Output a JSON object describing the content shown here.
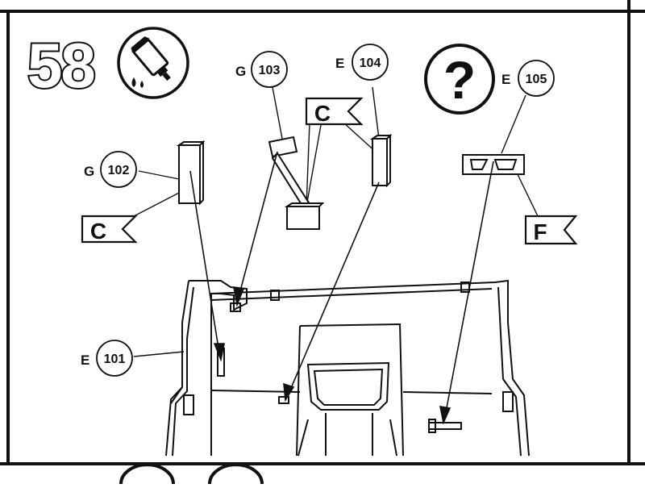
{
  "step": {
    "number": "58"
  },
  "icons": {
    "glue": "glue-tube-icon",
    "optional": "question-mark-icon",
    "optional_symbol": "?"
  },
  "parts": [
    {
      "prefix": "G",
      "number": "102"
    },
    {
      "prefix": "G",
      "number": "103"
    },
    {
      "prefix": "E",
      "number": "104"
    },
    {
      "prefix": "E",
      "number": "105"
    },
    {
      "prefix": "E",
      "number": "101"
    }
  ],
  "flags": [
    {
      "letter": "C"
    },
    {
      "letter": "C"
    },
    {
      "letter": "F"
    }
  ],
  "colors": {
    "ink": "#111111",
    "paper": "#ffffff"
  }
}
